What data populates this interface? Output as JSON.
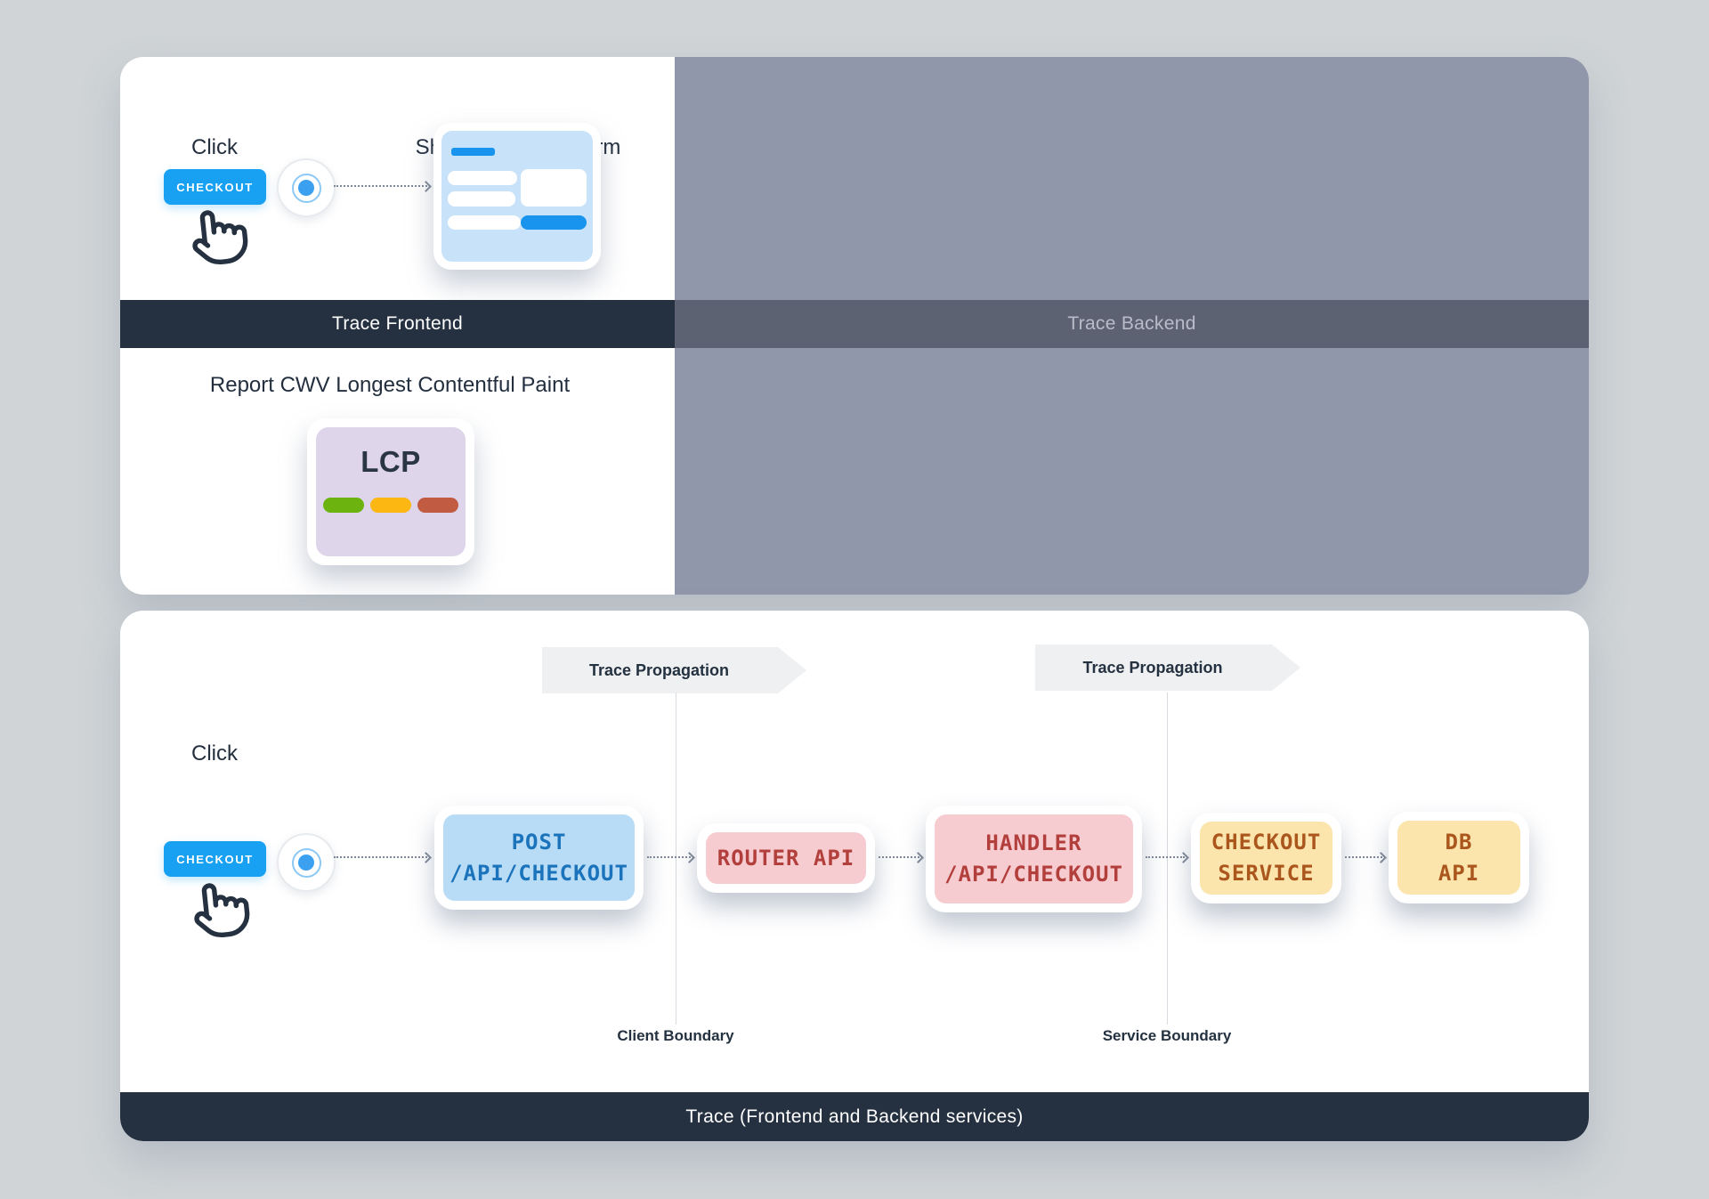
{
  "colors": {
    "page_background": "#d0d4d6",
    "panel_white": "#ffffff",
    "navy": "#253140",
    "backend_panel": "#9197aa",
    "backend_bar": "#5d6272",
    "backend_bar_text": "#b9bdc9",
    "accent_blue": "#18a0f2",
    "form_blue": "#1894ef",
    "node_blue_bg": "#b8dbf6",
    "node_blue_text": "#1b74bb",
    "node_pink_bg": "#f6ccd1",
    "node_pink_text": "#b23f3b",
    "node_yellow_bg": "#fbe5ad",
    "node_yellow_text": "#aa561c",
    "lcp_bg": "#ded5ea",
    "lcp_green": "#6cb30f",
    "lcp_amber": "#fcb713",
    "lcp_red": "#c15b42",
    "banner_bg": "#eef0f2",
    "arrow_dots": "#7c8696"
  },
  "top_panel": {
    "frontend": {
      "click_label": "Click",
      "show_checkout_label": "Show Checkout Form",
      "checkout_button_label": "CHECKOUT",
      "bar_label": "Trace Frontend",
      "cwv_label": "Report CWV Longest Contentful Paint",
      "lcp_card_label": "LCP"
    },
    "backend": {
      "bar_label": "Trace Backend"
    }
  },
  "bottom_panel": {
    "click_label": "Click",
    "checkout_button_label": "CHECKOUT",
    "propagation_banners": [
      {
        "label": "Trace Propagation"
      },
      {
        "label": "Trace Propagation"
      }
    ],
    "nodes": [
      {
        "name": "post-api-checkout",
        "color": "blue",
        "lines": [
          "POST",
          "/API/CHECKOUT"
        ]
      },
      {
        "name": "router-api",
        "color": "pink",
        "lines": [
          "ROUTER API"
        ]
      },
      {
        "name": "handler-api-checkout",
        "color": "pink",
        "lines": [
          "HANDLER",
          "/API/CHECKOUT"
        ]
      },
      {
        "name": "checkout-service",
        "color": "yellow",
        "lines": [
          "CHECKOUT",
          "SERVICE"
        ]
      },
      {
        "name": "db-api",
        "color": "yellow",
        "lines": [
          "DB",
          "API"
        ]
      }
    ],
    "boundaries": [
      {
        "label": "Client Boundary"
      },
      {
        "label": "Service Boundary"
      }
    ],
    "trace_bar_label": "Trace (Frontend and Backend services)"
  }
}
